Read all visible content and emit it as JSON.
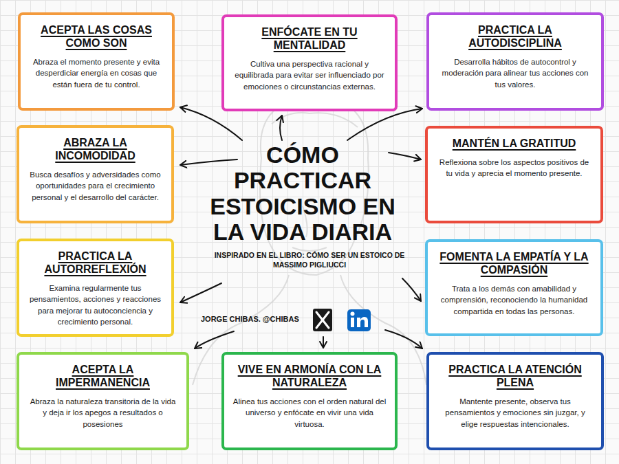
{
  "diagram": {
    "title": "CÓMO PRACTICAR ESTOICISMO EN LA VIDA DIARIA",
    "nodes": [
      {
        "text": [
          "ACEPTA LAS COSAS COMO SON",
          "Abraza el momento presente y evita desperdiciar energía en cosas que están fuera de tu control."
        ]
      },
      {
        "text": [
          "ENFÓCATE EN TU MENTALIDAD",
          "Cultiva una perspectiva racional y equilibrada para evitar ser influenciado por emociones o circunstancias externas."
        ]
      },
      {
        "text": [
          "PRACTICA LA AUTODISCIPLINA",
          "Desarrolla hábitos de autocontrol y moderación para alinear tus acciones con tus valores."
        ]
      },
      {
        "text": [
          "ABRAZA LA INCOMODIDAD",
          "Busca desafíos y adversidades como oportunidades para el crecimiento personal y el desarrollo del carácter."
        ]
      },
      {
        "text": [
          "MANTÉN LA GRATITUD",
          "Reflexiona sobre los aspectos positivos de tu vida y aprecia el momento presente."
        ]
      },
      {
        "text": [
          "PRACTICA LA AUTORREFLEXIÓN",
          "Examina regularmente tus pensamientos, acciones y reacciones para mejorar tu autoconciencia y crecimiento personal."
        ]
      },
      {
        "text": [
          "FOMENTA LA EMPATÍA Y LA COMPASIÓN",
          "Trata a los demás con amabilidad y comprensión, reconociendo la humanidad compartida en todas las personas."
        ]
      },
      {
        "text": [
          "ACEPTA LA IMPERMANENCIA",
          "Abraza la naturaleza transitoria de la vida y deja ir los apegos a resultados o posesiones"
        ]
      },
      {
        "text": [
          "VIVE EN ARMONÍA CON LA NATURALEZA",
          "Alinea tus acciones con el orden natural del universo y enfócate en vivir una vida virtuosa."
        ]
      },
      {
        "text": [
          "PRACTICA LA ATENCIÓN PLENA",
          "Mantente presente, observa tus pensamientos y emociones sin juzgar, y elige respuestas intencionales."
        ]
      }
    ],
    "labels": [
      "INSPIRADO EN EL LIBRO: CÓMO SER UN ESTOICO DE MASSIMO PIGLIUCCI",
      "JORGE CHIBAS. @CHIBAS"
    ]
  }
}
